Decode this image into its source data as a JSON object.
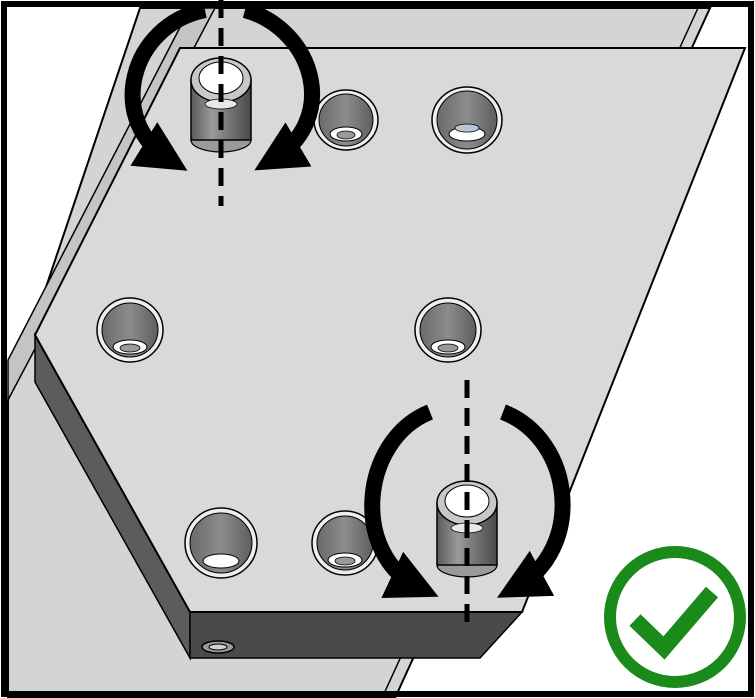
{
  "figure": {
    "kind": "assembly-instruction",
    "status_icon": "check-circle-icon",
    "colors": {
      "background": "#ffffff",
      "plate_top": "#d9d9d9",
      "plate_side_front": "#4a4a4a",
      "plate_side_left": "#5c5c5c",
      "rail": "#d4d4d4",
      "outline": "#000000",
      "hole_inner": "#707070",
      "arrow": "#000000",
      "check": "#1a8a1a"
    },
    "elements": {
      "counterbore_holes": 6,
      "locating_pins": 2,
      "rotation_arrows": 4
    }
  }
}
